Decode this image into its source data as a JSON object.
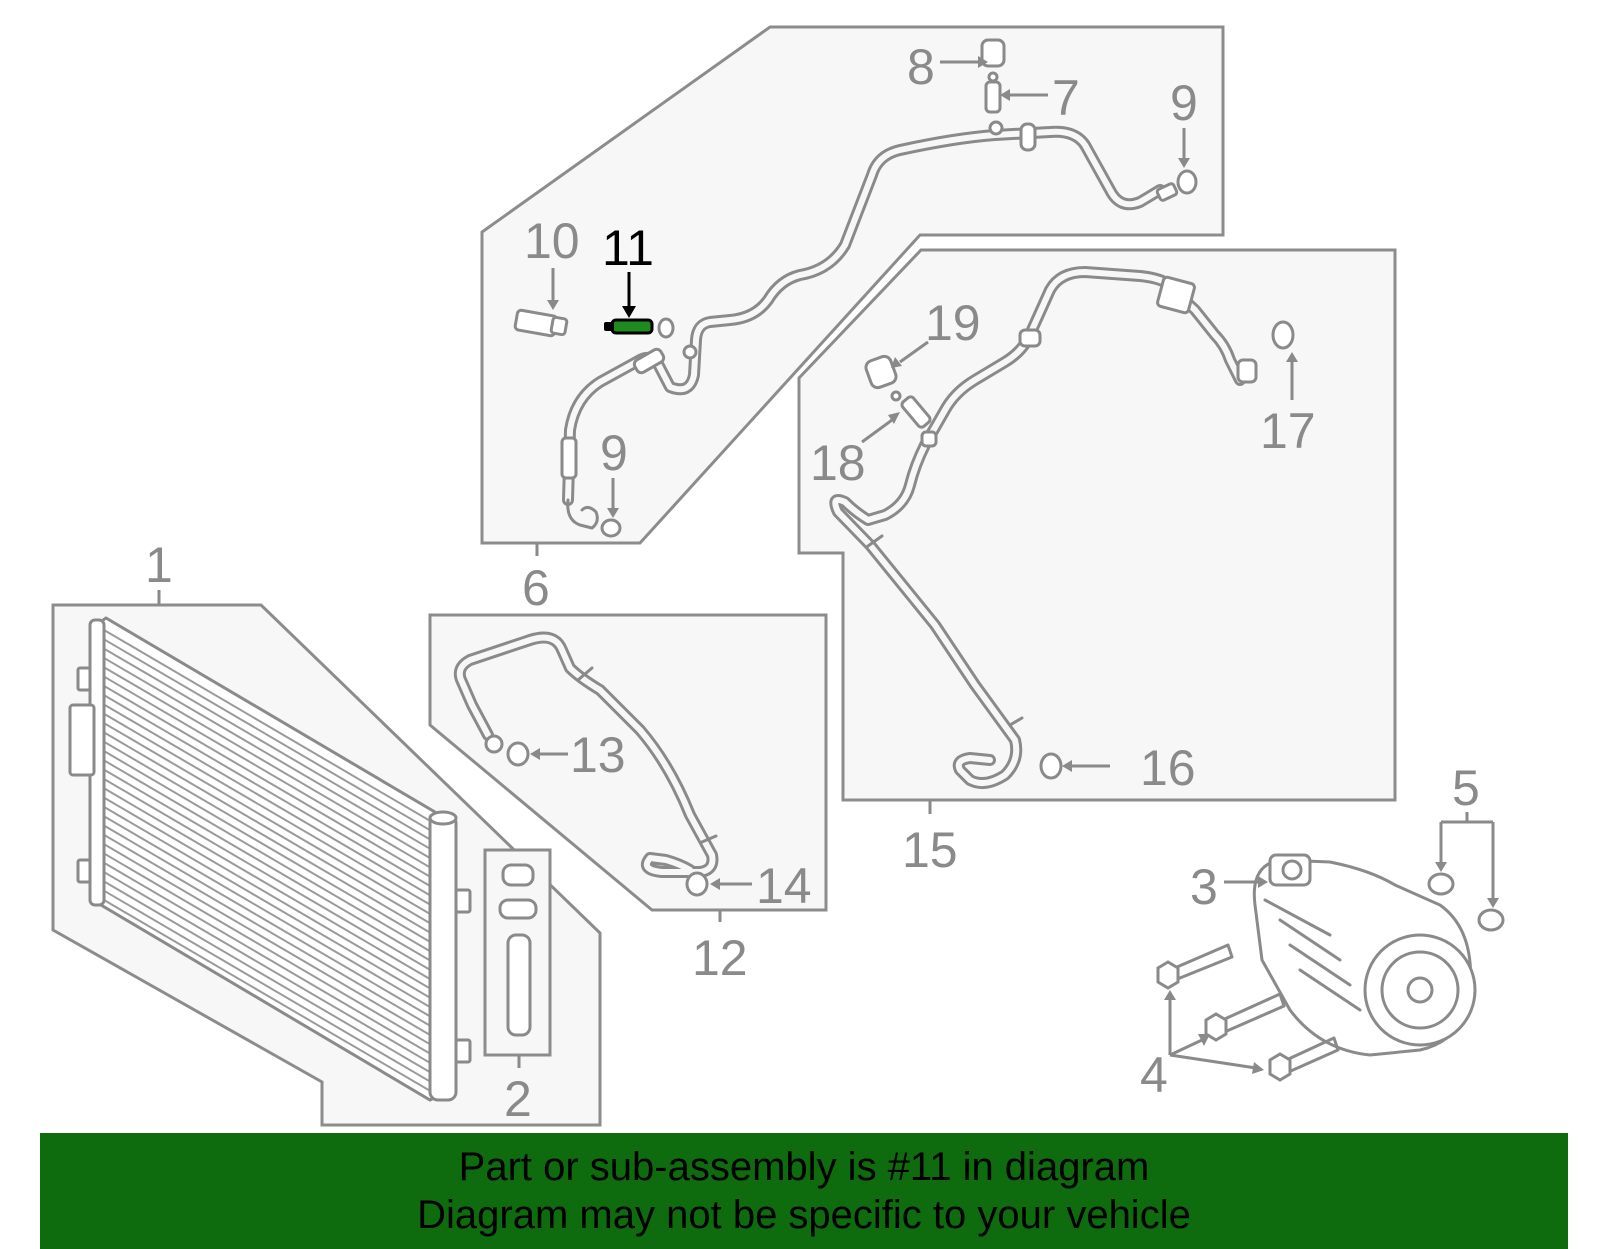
{
  "callouts": {
    "c1": "1",
    "c2": "2",
    "c3": "3",
    "c4": "4",
    "c5": "5",
    "c6": "6",
    "c7": "7",
    "c8": "8",
    "c9a": "9",
    "c9b": "9",
    "c10": "10",
    "c11": "11",
    "c12": "12",
    "c13": "13",
    "c14": "14",
    "c15": "15",
    "c16": "16",
    "c17": "17",
    "c18": "18",
    "c19": "19"
  },
  "highlight": {
    "callout": "11",
    "color": "#0e6b0e"
  },
  "banner": {
    "line1": "Part or sub-assembly is #11 in diagram",
    "line2": "Diagram may not be specific to your vehicle",
    "background": "#0e6b0e"
  }
}
